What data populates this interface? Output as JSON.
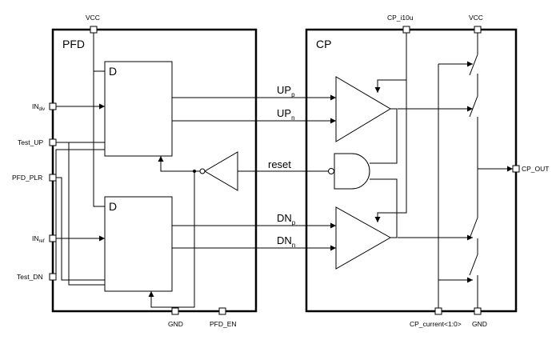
{
  "blocks": {
    "pfd": "PFD",
    "cp": "CP",
    "dff_top": "D",
    "dff_bottom": "D"
  },
  "pins": {
    "vcc_pfd": "VCC",
    "in_div": {
      "base": "IN",
      "sub": "div"
    },
    "test_up": "Test_UP",
    "pfd_plr": "PFD_PLR",
    "in_ref": {
      "base": "IN",
      "sub": "ref"
    },
    "test_dn": "Test_DN",
    "gnd_pfd": "GND",
    "pfd_en": "PFD_EN",
    "cp_i10u": "CP_i10u",
    "vcc_cp": "VCC",
    "cp_out": "CP_OUT",
    "cp_current": "CP_current<1:0>",
    "gnd_cp": "GND"
  },
  "signals": {
    "up_p": {
      "base": "UP",
      "sub": "p"
    },
    "up_n": {
      "base": "UP",
      "sub": "n"
    },
    "reset": "reset",
    "dn_p": {
      "base": "DN",
      "sub": "p"
    },
    "dn_n": {
      "base": "DN",
      "sub": "n"
    }
  }
}
